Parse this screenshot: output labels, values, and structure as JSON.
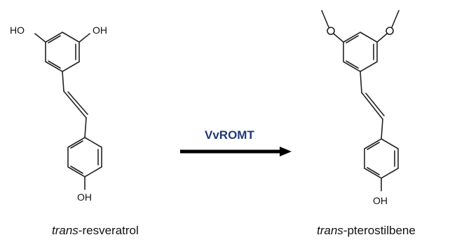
{
  "reactant": {
    "label_prefix": "trans",
    "label_suffix": "-resveratrol",
    "substituents": {
      "top_left": "HO",
      "top_right": "OH",
      "bottom": "OH"
    }
  },
  "product": {
    "label_prefix": "trans",
    "label_suffix": "-pterostilbene",
    "substituents": {
      "bottom": "OH"
    }
  },
  "reaction": {
    "enzyme": "VvROMT",
    "enzyme_color": "#1f3a78",
    "arrow_color": "#000000"
  }
}
